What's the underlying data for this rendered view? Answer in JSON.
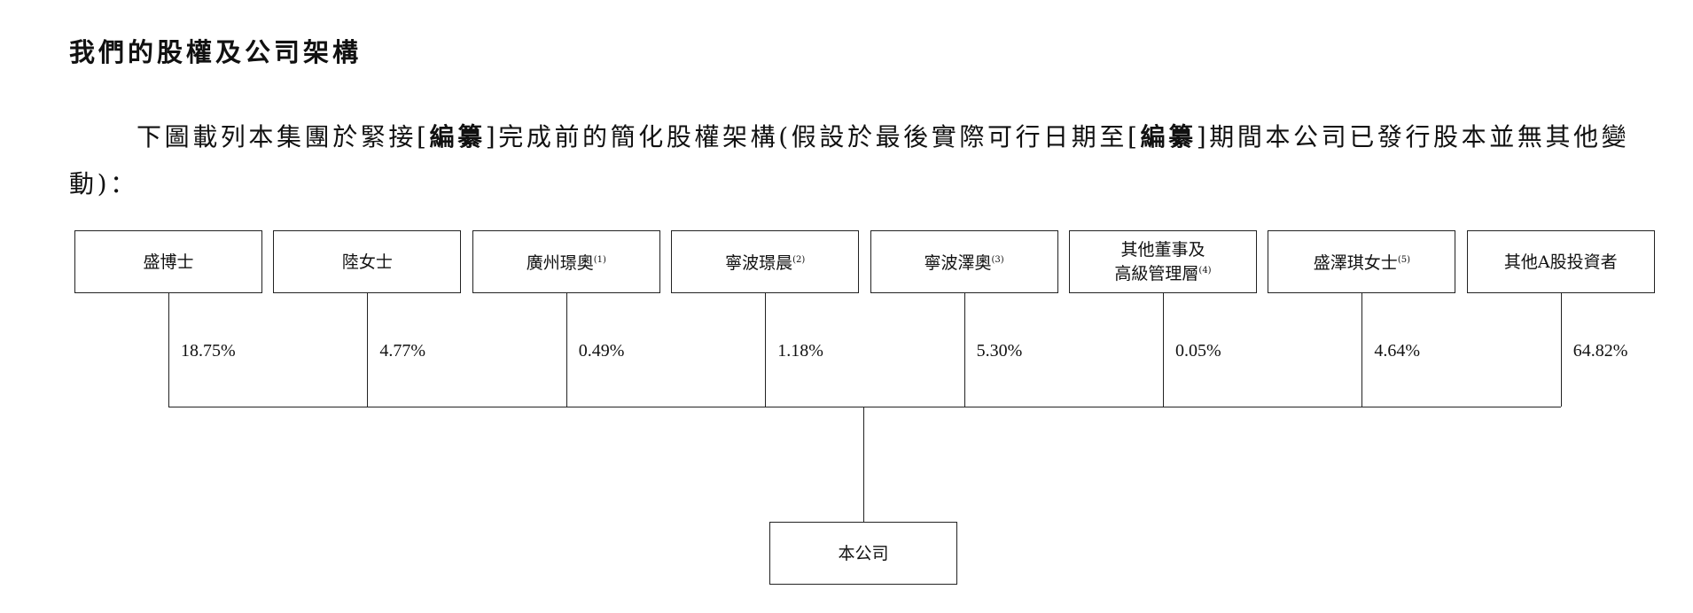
{
  "heading": "我們的股權及公司架構",
  "intro": {
    "part1": "下圖載列本集團於緊接[",
    "redacted1": "編纂",
    "part2": "]完成前的簡化股權架構(假設於最後實際可行日期至[",
    "redacted2": "編纂",
    "part3": "]期間本公司已發行股本並無其他變動)："
  },
  "shareholders": [
    {
      "lines": [
        "盛博士"
      ],
      "note": "",
      "pct": "18.75%"
    },
    {
      "lines": [
        "陸女士"
      ],
      "note": "",
      "pct": "4.77%"
    },
    {
      "lines": [
        "廣州璟奧"
      ],
      "note": "(1)",
      "pct": "0.49%"
    },
    {
      "lines": [
        "寧波璟晨"
      ],
      "note": "(2)",
      "pct": "1.18%"
    },
    {
      "lines": [
        "寧波澤奧"
      ],
      "note": "(3)",
      "pct": "5.30%"
    },
    {
      "lines": [
        "其他董事及",
        "高級管理層"
      ],
      "note": "(4)",
      "pct": "0.05%"
    },
    {
      "lines": [
        "盛澤琪女士"
      ],
      "note": "(5)",
      "pct": "4.64%"
    },
    {
      "lines": [
        "其他A股投資者"
      ],
      "note": "",
      "pct": "64.82%"
    }
  ],
  "company": "本公司"
}
